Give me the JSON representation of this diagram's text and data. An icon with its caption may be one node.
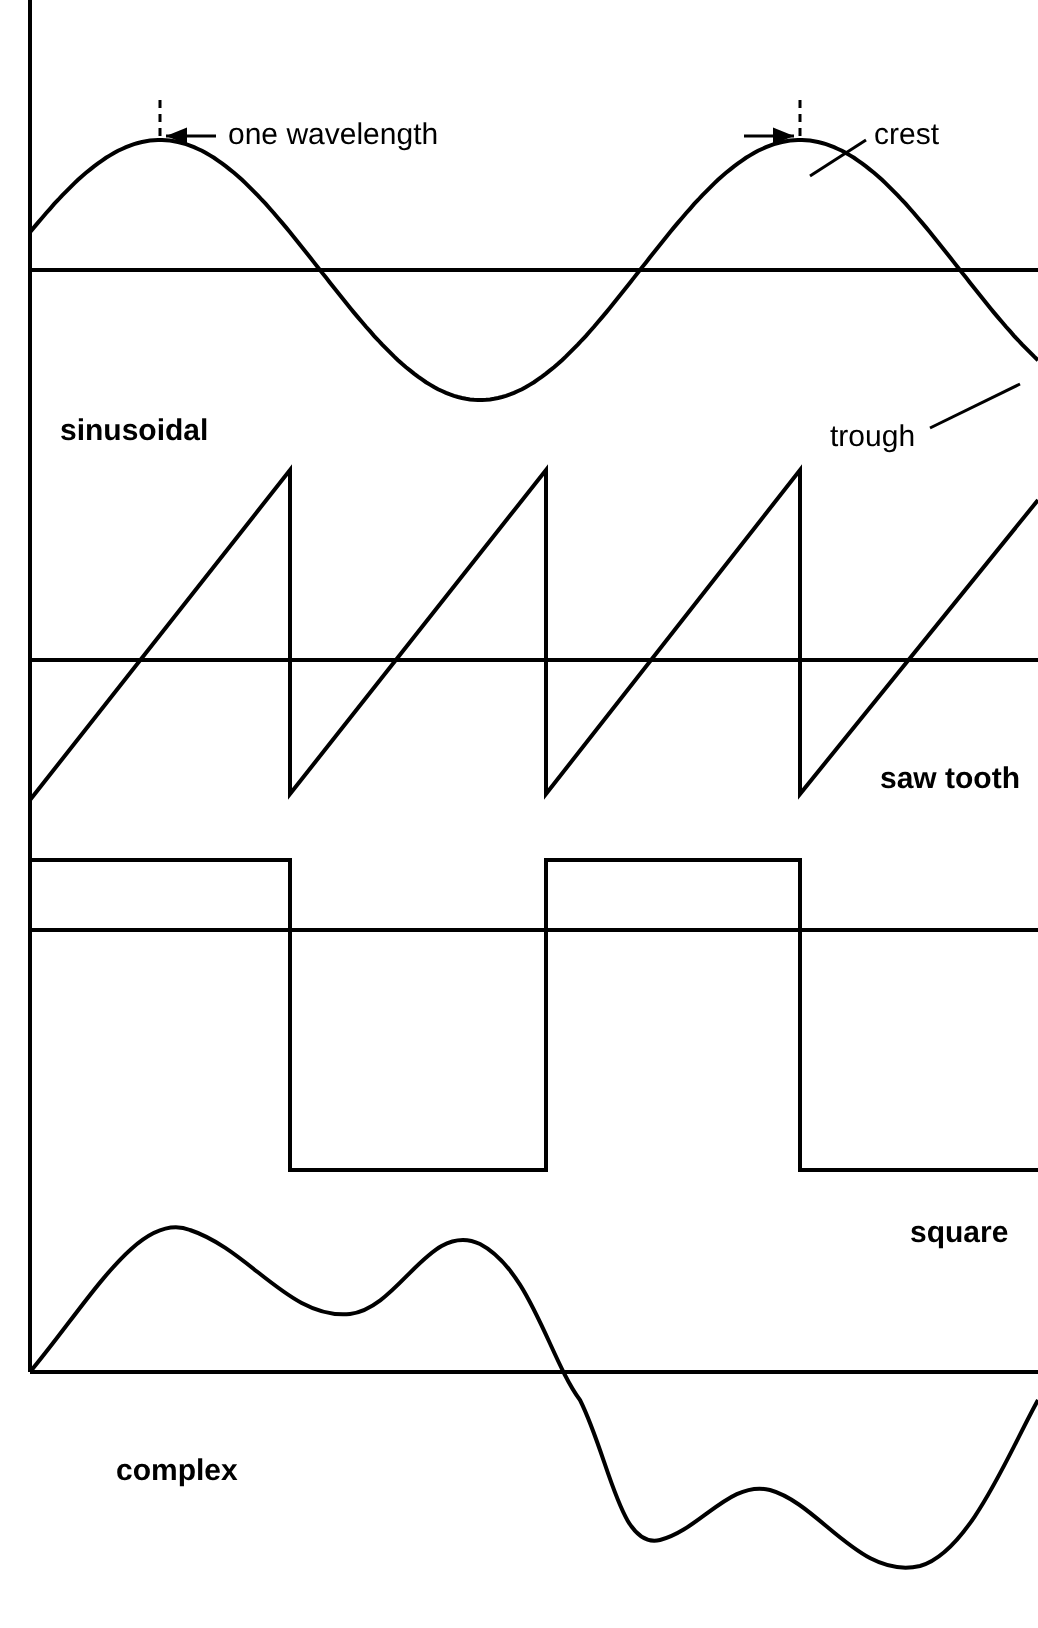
{
  "diagram": {
    "nodes": [
      {
        "text": [
          "crest"
        ]
      },
      {
        "text": [
          "trough"
        ]
      }
    ],
    "edges": [
      {
        "from": 0,
        "to": null,
        "arrow": "none"
      },
      {
        "from": 1,
        "to": null,
        "arrow": "none"
      }
    ],
    "labels": [
      "one wavelength",
      "sinusoidal",
      "saw tooth",
      "square",
      "complex"
    ]
  }
}
